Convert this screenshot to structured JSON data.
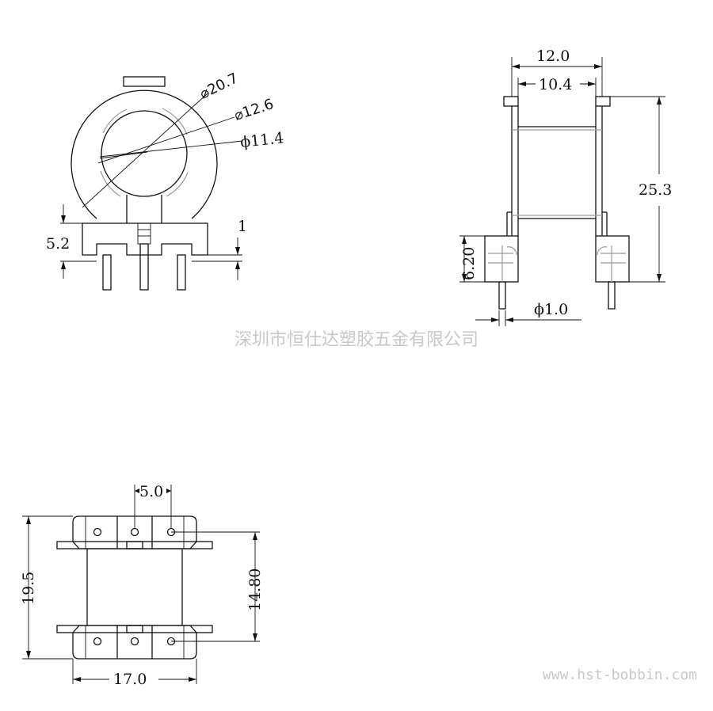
{
  "front_view": {
    "dims": {
      "outer_dia": "⌀20.7",
      "mid_dia": "⌀12.6",
      "inner_dia": "ϕ11.4",
      "base_height": "5.2",
      "pin_offset": "1"
    }
  },
  "side_view": {
    "dims": {
      "total_width": "12.0",
      "inner_width": "10.4",
      "height": "25.3",
      "foot_height": "6.20",
      "pin_dia": "ϕ1.0"
    }
  },
  "bottom_view": {
    "dims": {
      "pin_pitch": "5.0",
      "outer_length": "19.5",
      "row_spacing": "14.80",
      "width": "17.0"
    }
  },
  "watermark": {
    "company": "深圳市恒仕达塑胶五金有限公司",
    "url": "www.hst-bobbin.com"
  }
}
